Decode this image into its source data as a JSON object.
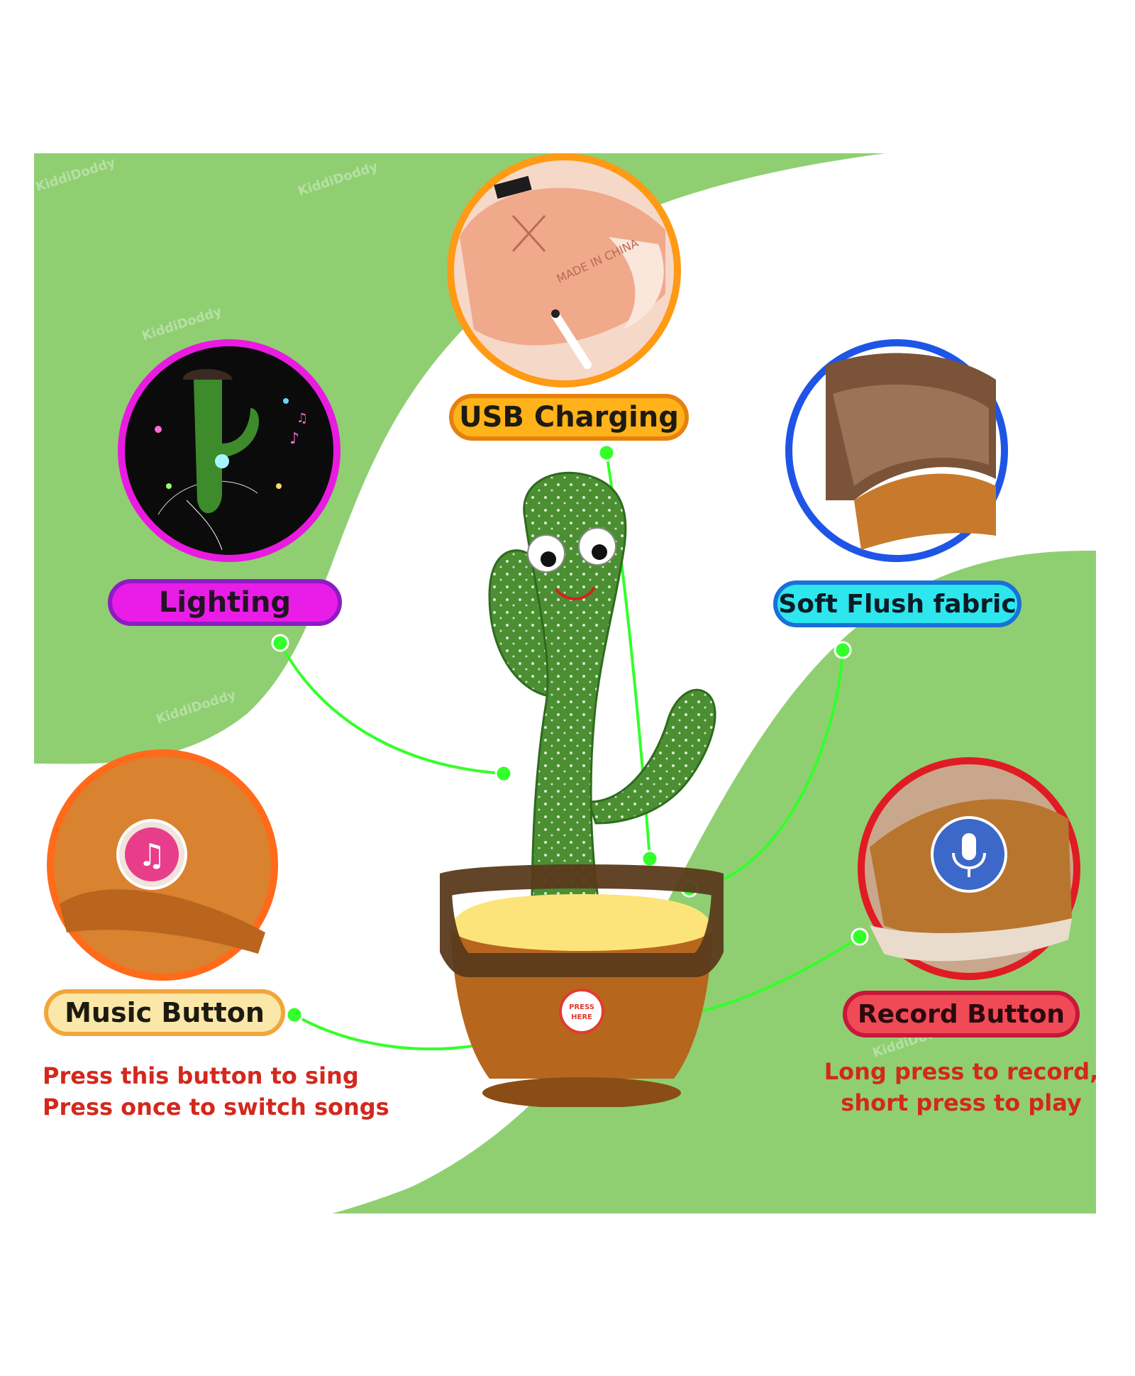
{
  "labels": {
    "usb_charging": "USB Charging",
    "lighting": "Lighting",
    "soft_fabric": "Soft Flush fabric",
    "music_button": "Music Button",
    "record_button": "Record Button"
  },
  "captions": {
    "music_line1": "Press this button to sing",
    "music_line2": "Press once to switch songs",
    "record_line1": "Long press to record,",
    "record_line2": "short press to play"
  },
  "photo_text": {
    "made_in": "MADE IN CHINA",
    "press_here": "PRESS HERE"
  },
  "watermark": "KiddiDoddy",
  "colors": {
    "background_green": "#8fcf72",
    "connector_green": "#34ff2a",
    "caption_red": "#d3281d"
  }
}
